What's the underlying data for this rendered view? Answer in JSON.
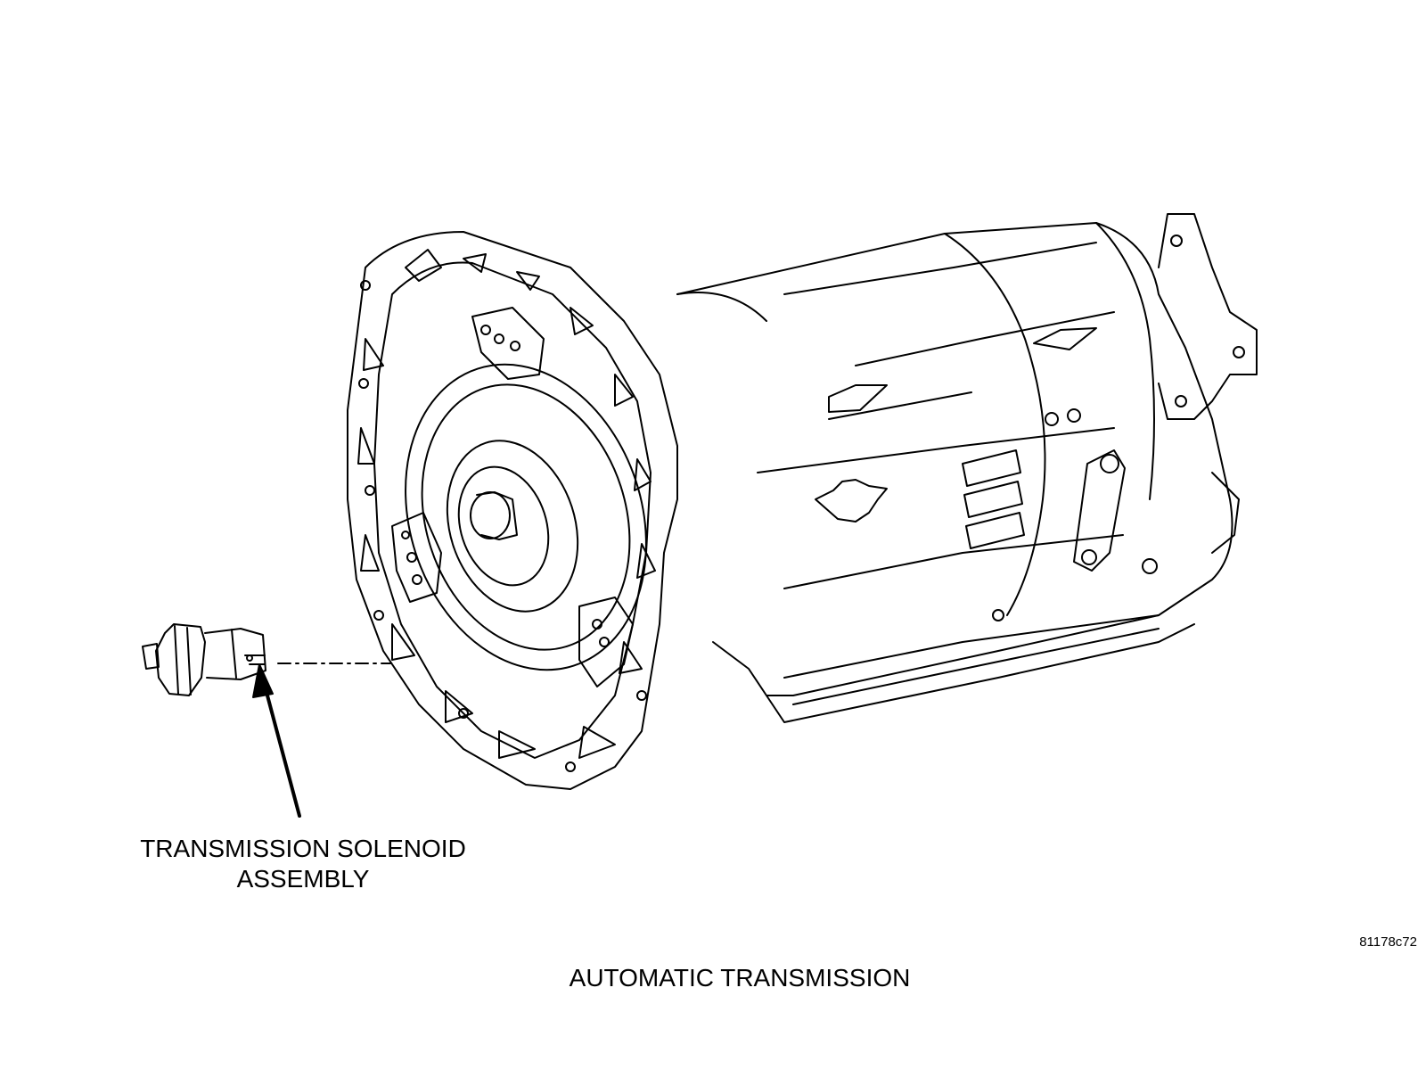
{
  "diagram": {
    "callout": {
      "line1": "TRANSMISSION SOLENOID",
      "line2": "ASSEMBLY"
    },
    "caption": "AUTOMATIC TRANSMISSION",
    "figure_id": "81178c72"
  },
  "colors": {
    "ink": "#000000",
    "paper": "#ffffff"
  }
}
